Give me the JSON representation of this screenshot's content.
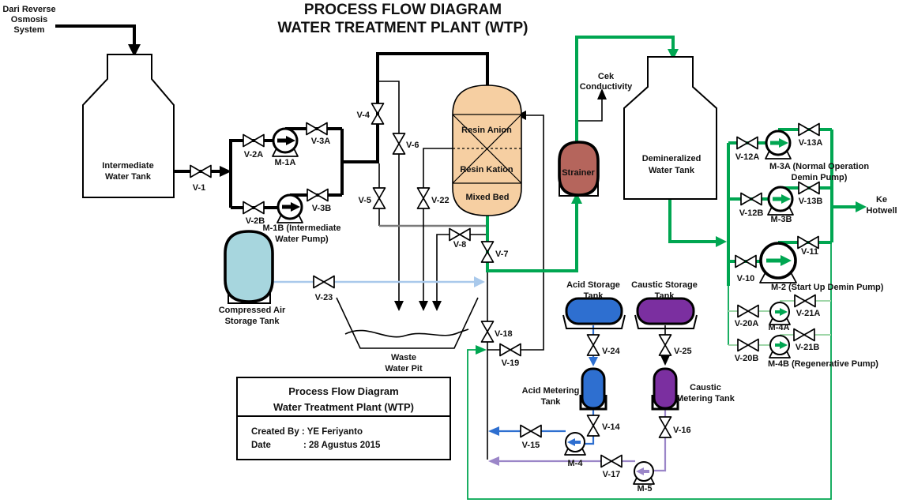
{
  "title": {
    "line1": "PROCESS FLOW DIAGRAM",
    "line2": "WATER TREATMENT PLANT (WTP)"
  },
  "source_note": {
    "line1": "Dari Reverse",
    "line2": "Osmosis",
    "line3": "System"
  },
  "annotations": {
    "cek_line1": "Cek",
    "cek_line2": "Conductivity",
    "ke_line1": "Ke",
    "ke_line2": "Hotwell"
  },
  "tanks": {
    "intermediate": {
      "line1": "Intermediate",
      "line2": "Water Tank"
    },
    "compressed_air": {
      "line1": "Compressed Air",
      "line2": "Storage Tank"
    },
    "demineralized": {
      "line1": "Demineralized",
      "line2": "Water Tank"
    },
    "acid_storage": {
      "line1": "Acid Storage",
      "line2": "Tank"
    },
    "caustic_storage": {
      "line1": "Caustic Storage",
      "line2": "Tank"
    },
    "acid_metering": {
      "line1": "Acid Metering",
      "line2": "Tank"
    },
    "caustic_metering": {
      "line1": "Caustic",
      "line2": "Metering Tank"
    },
    "waste_pit": {
      "line1": "Waste",
      "line2": "Water Pit"
    }
  },
  "vessel": {
    "resin_anion": "Resin Anion",
    "resin_kation": "Resin Kation",
    "mixed_bed": "Mixed Bed"
  },
  "strainer_label": "Strainer",
  "valves": {
    "v1": "V-1",
    "v2a": "V-2A",
    "v2b": "V-2B",
    "v3a": "V-3A",
    "v3b": "V-3B",
    "v4": "V-4",
    "v5": "V-5",
    "v6": "V-6",
    "v7": "V-7",
    "v8": "V-8",
    "v10": "V-10",
    "v11": "V-11",
    "v12a": "V-12A",
    "v12b": "V-12B",
    "v13a": "V-13A",
    "v13b": "V-13B",
    "v14": "V-14",
    "v15": "V-15",
    "v16": "V-16",
    "v17": "V-17",
    "v18": "V-18",
    "v19": "V-19",
    "v20a": "V-20A",
    "v20b": "V-20B",
    "v21a": "V-21A",
    "v21b": "V-21B",
    "v22": "V-22",
    "v23": "V-23",
    "v24": "V-24",
    "v25": "V-25"
  },
  "pumps": {
    "m1a": "M-1A",
    "m1b_line1": "M-1B (Intermediate",
    "m1b_line2": "Water Pump)",
    "m2": "M-2 (Start Up Demin Pump)",
    "m3a_line1": "M-3A (Normal Operation",
    "m3a_line2": "Demin Pump)",
    "m3b": "M-3B",
    "m4a": "M-4A",
    "m4b": "M-4B (Regenerative Pump)",
    "m4": "M-4",
    "m5": "M-5"
  },
  "title_block": {
    "line1": "Process Flow Diagram",
    "line2": "Water Treatment Plant (WTP)",
    "created_by": "Created By : YE Feriyanto",
    "date_label": "Date",
    "date_value": ": 28 Agustus 2015"
  },
  "colors": {
    "process_green": "#00A651",
    "pale_green": "#9FD6A8",
    "acid_blue": "#2E6FD0",
    "air_blue": "#A9C9EB",
    "caustic_purple": "#7B2FA0",
    "caustic_line": "#9B86C8",
    "resin_peach": "#F6CFA2",
    "strainer_red": "#B5655C",
    "air_tank_fill": "#A7D6DE",
    "gray_line": "#7A7A7A"
  }
}
